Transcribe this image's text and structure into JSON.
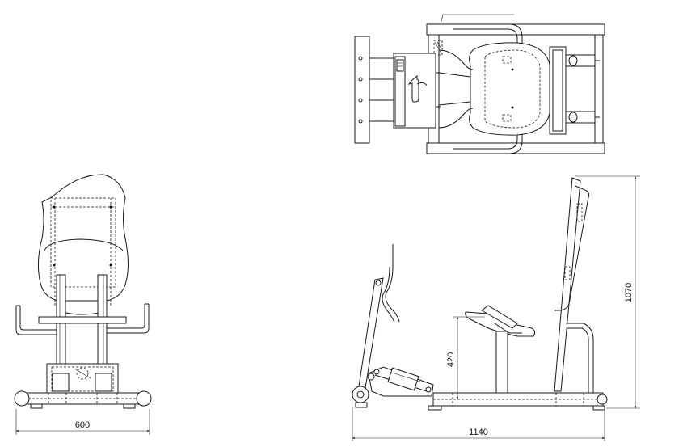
{
  "drawing": {
    "views": [
      "front-view",
      "top-view",
      "side-view"
    ],
    "dimensions": {
      "front_width": "600",
      "side_length": "1140",
      "side_height": "1070",
      "seat_height": "420"
    }
  }
}
